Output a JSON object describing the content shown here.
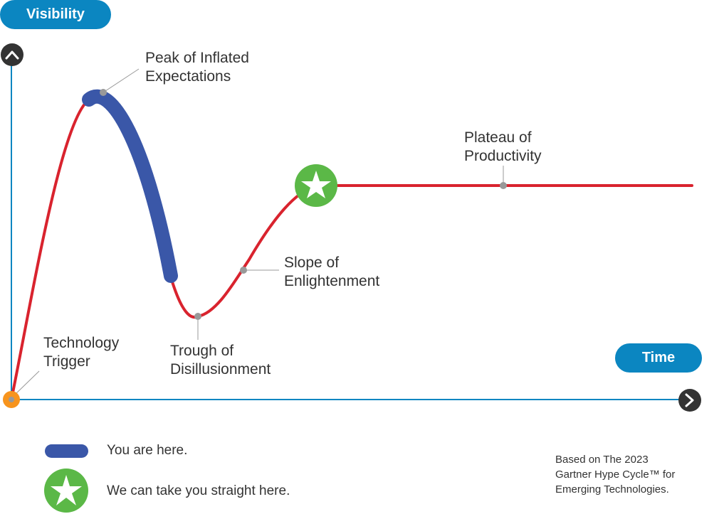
{
  "axes": {
    "y_label": "Visibility",
    "x_label": "Time",
    "y_arrow_icon": "chevron-up-icon",
    "x_arrow_icon": "chevron-right-icon"
  },
  "phases": [
    {
      "id": "trigger",
      "label": "Technology\nTrigger"
    },
    {
      "id": "peak",
      "label": "Peak of Inflated\nExpectations"
    },
    {
      "id": "trough",
      "label": "Trough of\nDisillusionment"
    },
    {
      "id": "slope",
      "label": "Slope of\nEnlightenment"
    },
    {
      "id": "plateau",
      "label": "Plateau of\nProductivity"
    }
  ],
  "legend": [
    {
      "icon": "blue-bar-icon",
      "label": "You are here."
    },
    {
      "icon": "green-star-icon",
      "label": "We can take you straight here."
    }
  ],
  "source_note": "Based on The 2023\nGartner Hype Cycle™ for\nEmerging Technologies.",
  "colors": {
    "axis": "#0B86C1",
    "curve": "#D9232E",
    "highlight": "#3A57A8",
    "star": "#5BB847",
    "origin": "#F7941D",
    "marker": "#999999",
    "arrow": "#333333"
  }
}
